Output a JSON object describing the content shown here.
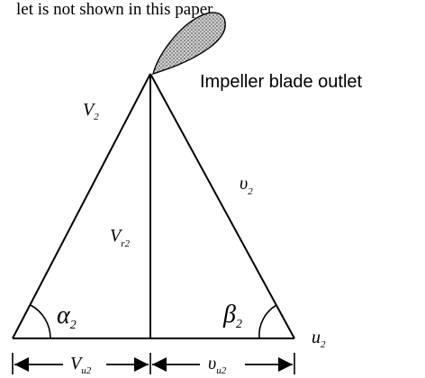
{
  "caption": {
    "text": "let is not shown in this paper."
  },
  "outlet_label": "Impeller blade outlet",
  "labels": {
    "V2": {
      "main": "V",
      "sub": "2"
    },
    "Vr2": {
      "main": "V",
      "sub": "r2"
    },
    "v2": {
      "main": "υ",
      "sub": "2"
    },
    "alpha2": {
      "main": "α",
      "sub": "2"
    },
    "beta2": {
      "main": "β",
      "sub": "2"
    },
    "u2": {
      "main": "u",
      "sub": "2"
    },
    "Vu2": {
      "main": "V",
      "sub": "u2"
    },
    "vu2": {
      "main": "υ",
      "sub": "u2"
    }
  },
  "colors": {
    "line": "#000000",
    "blade_fill": "#a8a8a8"
  }
}
